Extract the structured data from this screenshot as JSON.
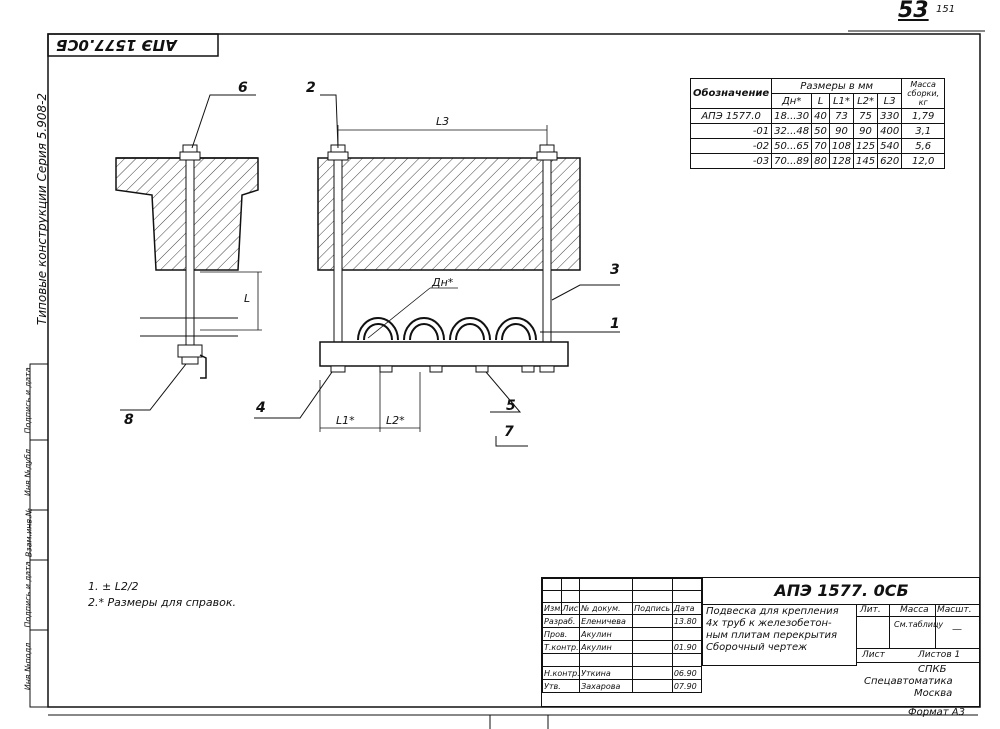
{
  "page": {
    "number": "53",
    "sub": "151"
  },
  "stamp": {
    "code_mirrored": "АПЭ 1577.0СБ"
  },
  "side": {
    "series": "Типовые конструкции  Серия  5.908-2",
    "fields": [
      "Подпись и дата",
      "Инв.№дубл",
      "Взам.инв.№",
      "Подпись и дата",
      "Инв.№подл"
    ]
  },
  "callouts": [
    "1",
    "2",
    "3",
    "4",
    "5",
    "6",
    "7",
    "8"
  ],
  "dims": {
    "L3": "L3",
    "Dn": "Дн*",
    "L": "L",
    "L1": "L1*",
    "L2": "L2*"
  },
  "spec_table": {
    "header_sizes": "Размеры в мм",
    "header_designation": "Обозначение",
    "header_mass": "Масса сборки, кг",
    "columns": [
      "Дн*",
      "L",
      "L1*",
      "L2*",
      "L3"
    ],
    "rows": [
      [
        "АПЭ 1577.0",
        "18...30",
        "40",
        "73",
        "75",
        "330",
        "1,79"
      ],
      [
        "-01",
        "32...48",
        "50",
        "90",
        "90",
        "400",
        "3,1"
      ],
      [
        "-02",
        "50...65",
        "70",
        "108",
        "125",
        "540",
        "5,6"
      ],
      [
        "-03",
        "70...89",
        "80",
        "128",
        "145",
        "620",
        "12,0"
      ]
    ]
  },
  "notes": [
    "1. ± L2/2",
    "2.* Размеры для справок."
  ],
  "title_block": {
    "code": "АПЭ 1577. 0СБ",
    "name_lines": [
      "Подвеска для крепления",
      "4х труб к железобетон-",
      "ным плитам перекрытия",
      "Сборочный чертеж"
    ],
    "head": [
      "Изм.",
      "Лист",
      "№ докум.",
      "Подпись",
      "Дата"
    ],
    "people": [
      {
        "role": "Разраб.",
        "name": "Еленичева",
        "date": "13.80"
      },
      {
        "role": "Пров.",
        "name": "Акулин",
        "date": ""
      },
      {
        "role": "Т.контр.",
        "name": "Акулин",
        "date": "01.90"
      },
      {
        "role": "",
        "name": "",
        "date": ""
      },
      {
        "role": "Н.контр.",
        "name": "Уткина",
        "date": "06.90"
      },
      {
        "role": "Утв.",
        "name": "Захарова",
        "date": "07.90"
      }
    ],
    "lit": "Лит.",
    "mass": "Масса",
    "scale": "Масшт.",
    "mass_value": "См.таблицу",
    "scale_value": "—",
    "sheet": "Лист",
    "sheets": "Листов 1",
    "org1": "СПКБ",
    "org2": "Спецавтоматика",
    "org3": "Москва",
    "format": "Формат А3"
  }
}
